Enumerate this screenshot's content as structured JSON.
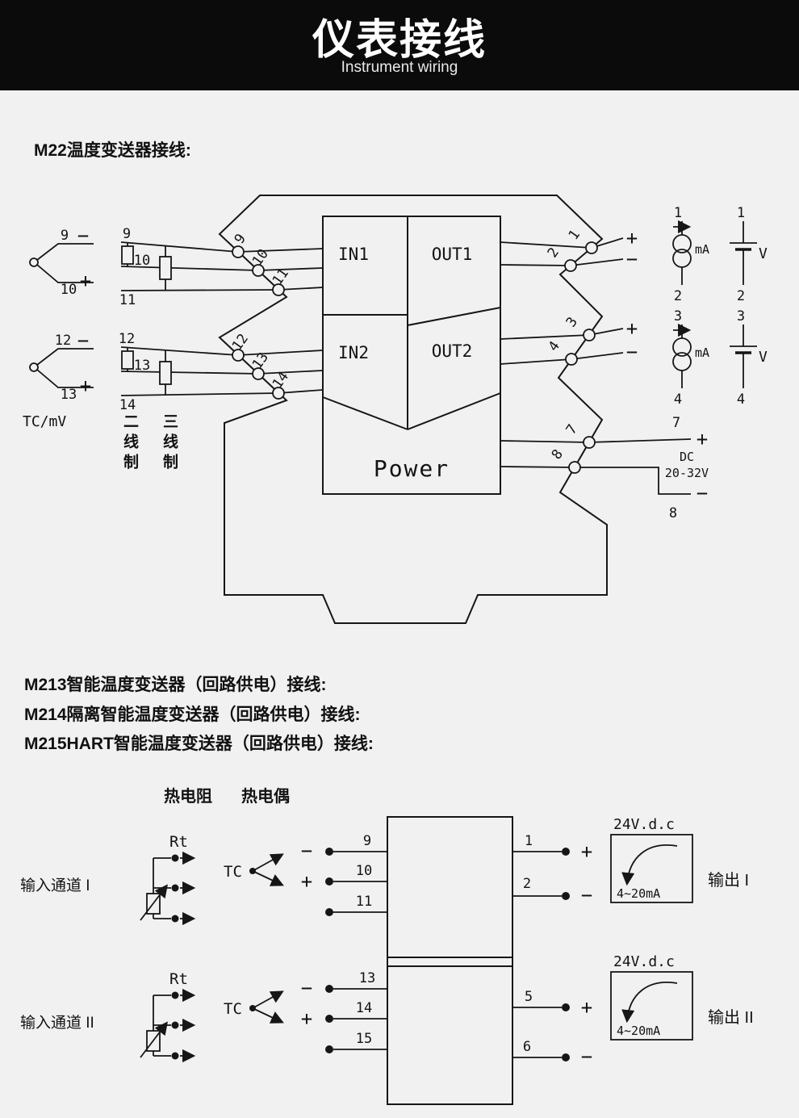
{
  "header": {
    "title": "仪表接线",
    "subtitle": "Instrument wiring"
  },
  "sections": {
    "m22": "M22温度变送器接线:",
    "m213": "M213智能温度变送器（回路供电）接线:",
    "m214": "M214隔离智能温度变送器（回路供电）接线:",
    "m215": "M215HART智能温度变送器（回路供电）接线:"
  },
  "labels": {
    "in1": "IN1",
    "out1": "OUT1",
    "in2": "IN2",
    "out2": "OUT2",
    "power": "Power",
    "tcmv": "TC/mV",
    "two_wire": "二线制",
    "three_wire": "三线制",
    "ma": "mA",
    "v": "V",
    "dc": "DC",
    "dc_range": "20-32V",
    "rtd_head": "热电阻",
    "tc_head": "热电偶",
    "rt": "Rt",
    "tc": "TC",
    "ch1": "输入通道 I",
    "ch2": "输入通道 II",
    "out_i": "输出 I",
    "out_ii": "输出 II",
    "supply": "24V.d.c",
    "range": "4~20mA"
  },
  "sym": {
    "plus": "+",
    "minus": "−"
  },
  "num": {
    "1": "1",
    "2": "2",
    "3": "3",
    "4": "4",
    "5": "5",
    "6": "6",
    "7": "7",
    "8": "8",
    "9": "9",
    "10": "10",
    "11": "11",
    "12": "12",
    "13": "13",
    "14": "14",
    "15": "15"
  }
}
